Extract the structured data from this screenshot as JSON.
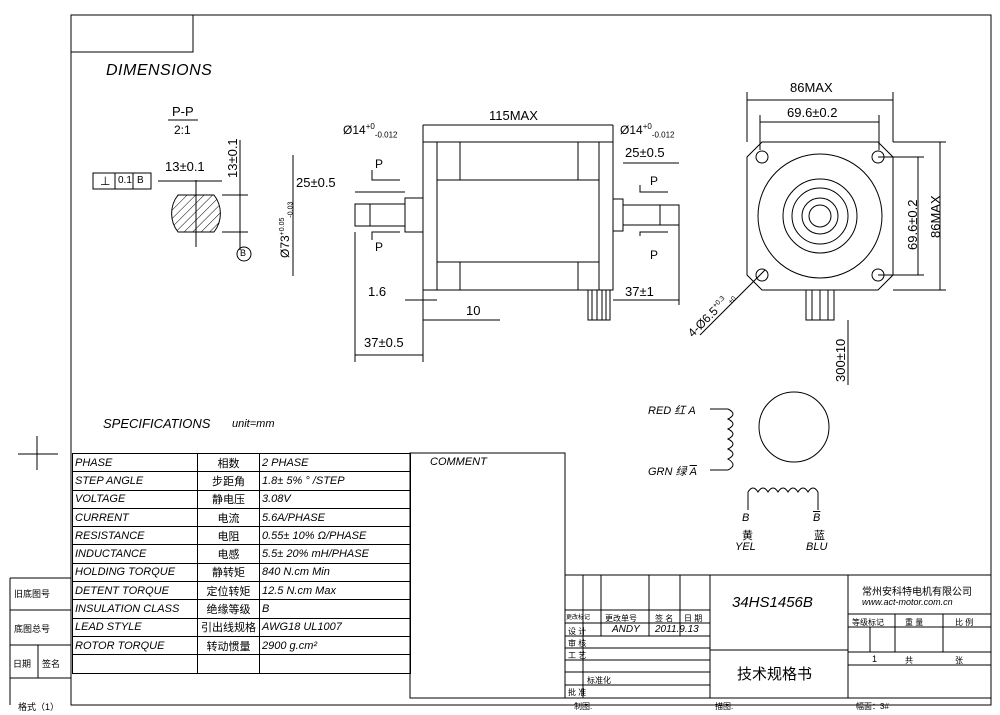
{
  "headings": {
    "dimensions": "DIMENSIONS",
    "specifications": "SPECIFICATIONS",
    "unit": "unit=mm",
    "comment": "COMMENT"
  },
  "section": {
    "label": "P-P",
    "scale": "2:1"
  },
  "dims": {
    "shaft_dia_left": "Ø14",
    "shaft_tol_left_up": "+0",
    "shaft_tol_left_dn": "-0.012",
    "shaft_dia_right": "Ø14",
    "shaft_tol_right_up": "+0",
    "shaft_tol_right_dn": "-0.012",
    "body_len": "115MAX",
    "flat_len_left": "25±0.5",
    "flat_len_right": "25±0.5",
    "pilot": "Ø73",
    "pilot_tol_up": "+0.05",
    "pilot_tol_dn": "-0.03",
    "flange_t": "1.6",
    "d10": "10",
    "shaft_right": "37±1",
    "shaft_left": "37±0.5",
    "width": "86MAX",
    "bolt": "69.6±0.2",
    "height": "86MAX",
    "bolt_v": "69.6±0.2",
    "holes": "4-Ø6.5",
    "holes_tol_up": "+0.3",
    "holes_tol_dn": "+0",
    "lead_len": "300±10",
    "flat_w": "13±0.1",
    "flat_h": "13±0.1",
    "p": "P",
    "b_ref": "B",
    "tol_sym": "⊥",
    "tol_val": "0.1",
    "tol_ref": "B"
  },
  "wiring": {
    "red": "RED",
    "red_cn": "红",
    "a": "A",
    "grn": "GRN",
    "grn_cn": "绿",
    "abar": "A",
    "b": "B",
    "bbar": "B",
    "yel_cn": "黄",
    "yel": "YEL",
    "blu_cn": "蓝",
    "blu": "BLU"
  },
  "specs": [
    {
      "en": "PHASE",
      "cn": "相数",
      "val": "2  PHASE"
    },
    {
      "en": "STEP ANGLE",
      "cn": "步距角",
      "val": "1.8± 5% ° /STEP"
    },
    {
      "en": "VOLTAGE",
      "cn": "静电压",
      "val": "3.08V"
    },
    {
      "en": "CURRENT",
      "cn": "电流",
      "val": "5.6A/PHASE"
    },
    {
      "en": "RESISTANCE",
      "cn": "电阻",
      "val": "0.55± 10%  Ω/PHASE"
    },
    {
      "en": "INDUCTANCE",
      "cn": "电感",
      "val": "5.5± 20% mH/PHASE"
    },
    {
      "en": "HOLDING TORQUE",
      "cn": "静转矩",
      "val": "840  N.cm Min"
    },
    {
      "en": "DETENT TORQUE",
      "cn": "定位转矩",
      "val": "12.5 N.cm Max"
    },
    {
      "en": "INSULATION CLASS",
      "cn": "绝缘等级",
      "val": "B"
    },
    {
      "en": "LEAD STYLE",
      "cn": "引出线规格",
      "val": "AWG18 UL1007"
    },
    {
      "en": "ROTOR TORQUE",
      "cn": "转动惯量",
      "val": "2900 g.cm²"
    },
    {
      "en": "",
      "cn": "",
      "val": ""
    }
  ],
  "side_labels": {
    "s1": "旧底图号",
    "s2": "底图总号",
    "s3": "日期",
    "s4": "签名",
    "format": "格式（1）"
  },
  "title_block": {
    "model": "34HS1456B",
    "company": "常州安科特电机有限公司",
    "url": "www.act-motor.com.cn",
    "doc_title": "技术规格书",
    "hdr_mark": "更改标记",
    "hdr_num": "更改单号",
    "hdr_sign": "签  名",
    "hdr_date": "日  期",
    "design": "设   计",
    "designer": "ANDY",
    "design_date": "2011.9.13",
    "review": "审   核",
    "process": "工   艺",
    "std": "标准化",
    "approve": "批   准",
    "grade": "等级标记",
    "weight": "重   量",
    "ratio": "比   例",
    "sheet": "1",
    "sheets_of": "共",
    "sheet_unit": "张",
    "draw": "制图:",
    "trace": "描图:",
    "size": "幅面：3#"
  }
}
